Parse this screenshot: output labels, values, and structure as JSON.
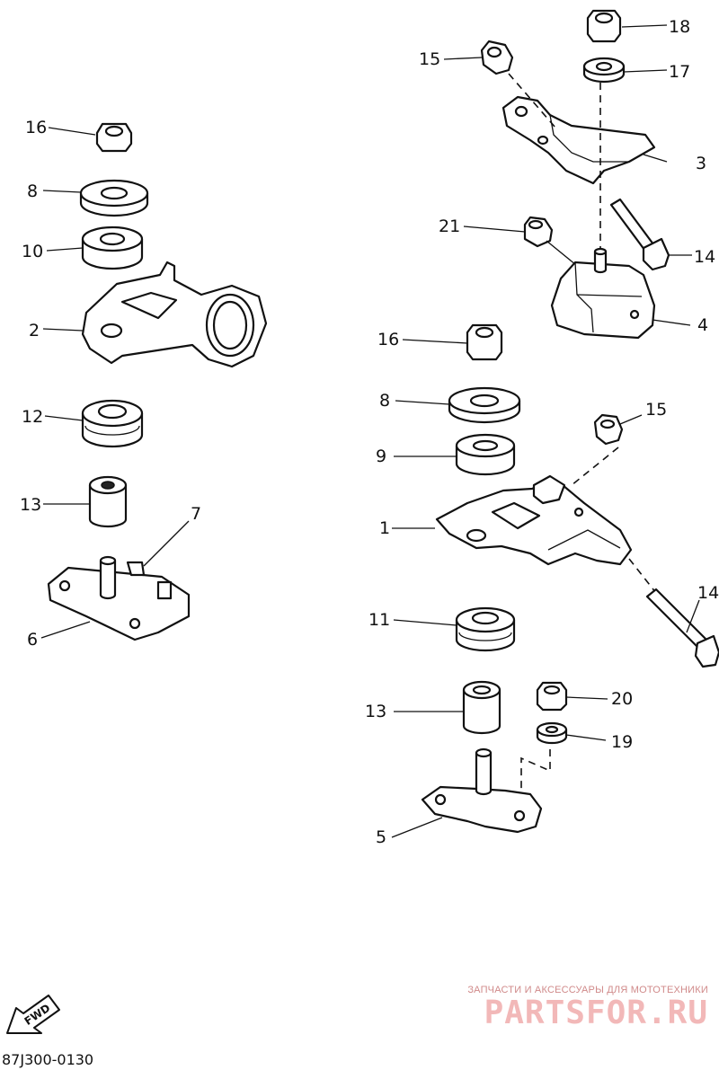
{
  "diagram": {
    "catalog_code": "87J300-0130",
    "callouts": [
      "16",
      "8",
      "10",
      "2",
      "12",
      "13",
      "7",
      "6",
      "15",
      "18",
      "17",
      "3",
      "21",
      "14",
      "4",
      "16",
      "8",
      "9",
      "15",
      "1",
      "14",
      "11",
      "20",
      "13",
      "19",
      "5"
    ],
    "fwd_label": "FWD"
  },
  "watermark": {
    "tagline": "ЗАПЧАСТИ И АКСЕССУАРЫ ДЛЯ МОТОТЕХНИКИ",
    "brand": "PARTSFOR.RU"
  }
}
